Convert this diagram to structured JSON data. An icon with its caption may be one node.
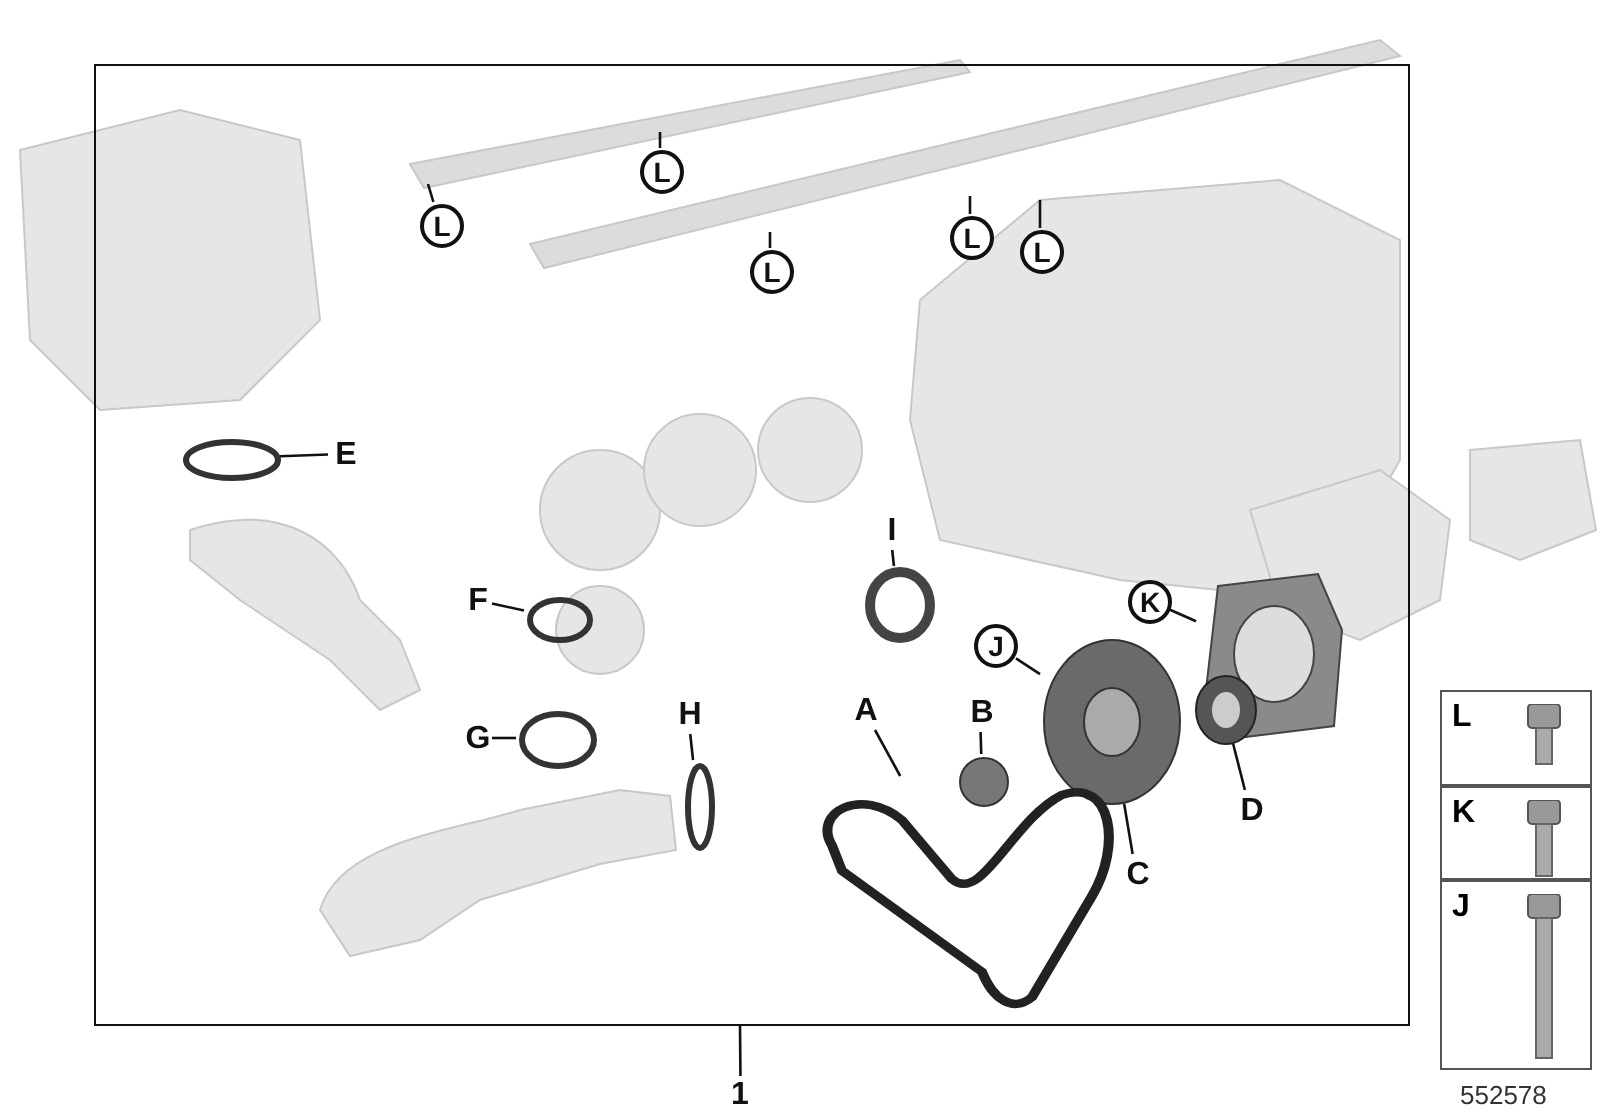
{
  "diagram": {
    "nodes": [
      {
        "text": [
          "1"
        ]
      },
      {
        "text": [],
        "shape": "box"
      },
      {
        "text": [
          "L"
        ],
        "in": 1
      },
      {
        "text": [
          "L"
        ],
        "in": 1
      },
      {
        "text": [
          "L"
        ],
        "in": 1
      },
      {
        "text": [
          "L"
        ],
        "in": 1
      },
      {
        "text": [
          "L"
        ],
        "in": 1
      },
      {
        "text": [
          "E"
        ],
        "in": 1
      },
      {
        "text": [
          "I"
        ],
        "in": 1
      },
      {
        "text": [
          "K"
        ],
        "in": 1
      },
      {
        "text": [
          "F"
        ],
        "in": 1
      },
      {
        "text": [
          "J"
        ],
        "in": 1
      },
      {
        "text": [
          "A"
        ],
        "in": 1
      },
      {
        "text": [
          "B"
        ],
        "in": 1
      },
      {
        "text": [
          "H"
        ],
        "in": 1
      },
      {
        "text": [
          "G"
        ],
        "in": 1
      },
      {
        "text": [
          "D"
        ],
        "in": 1
      },
      {
        "text": [
          "C"
        ],
        "in": 1
      },
      {
        "text": [],
        "shape": "circle",
        "in": 1
      },
      {
        "text": [],
        "shape": "circle",
        "in": 1
      },
      {
        "text": [],
        "shape": "picture",
        "in": 1
      },
      {
        "text": [],
        "shape": "circle",
        "in": 1
      },
      {
        "text": [],
        "shape": "picture",
        "in": 1
      },
      {
        "text": [],
        "shape": "picture",
        "in": 1
      },
      {
        "text": [],
        "shape": "circle",
        "in": 1
      },
      {
        "text": [],
        "shape": "circle",
        "in": 1
      },
      {
        "text": [],
        "shape": "circle",
        "in": 1
      },
      {
        "text": [],
        "shape": "picture",
        "in": 1
      }
    ],
    "edges": [
      {
        "from": 0,
        "to": 1,
        "arrow": "none"
      },
      {
        "from": 2,
        "to": null,
        "arrow": "none"
      },
      {
        "from": 3,
        "to": null,
        "arrow": "none"
      },
      {
        "from": 4,
        "to": null,
        "arrow": "none"
      },
      {
        "from": 5,
        "to": null,
        "arrow": "none"
      },
      {
        "from": 6,
        "to": null,
        "arrow": "none"
      },
      {
        "from": 7,
        "to": 18,
        "arrow": "none"
      },
      {
        "from": 8,
        "to": 19,
        "arrow": "none"
      },
      {
        "from": 9,
        "to": 20,
        "arrow": "none"
      },
      {
        "from": 10,
        "to": 21,
        "arrow": "none"
      },
      {
        "from": 11,
        "to": 22,
        "arrow": "none"
      },
      {
        "from": 12,
        "to": 23,
        "arrow": "none"
      },
      {
        "from": 13,
        "to": 24,
        "arrow": "none"
      },
      {
        "from": 14,
        "to": 25,
        "arrow": "none"
      },
      {
        "from": 15,
        "to": 26,
        "arrow": "none"
      },
      {
        "from": 16,
        "to": 27,
        "arrow": "none"
      },
      {
        "from": 17,
        "to": 22,
        "arrow": "none"
      }
    ],
    "labels": [
      "L",
      "K",
      "J",
      "552578"
    ]
  }
}
